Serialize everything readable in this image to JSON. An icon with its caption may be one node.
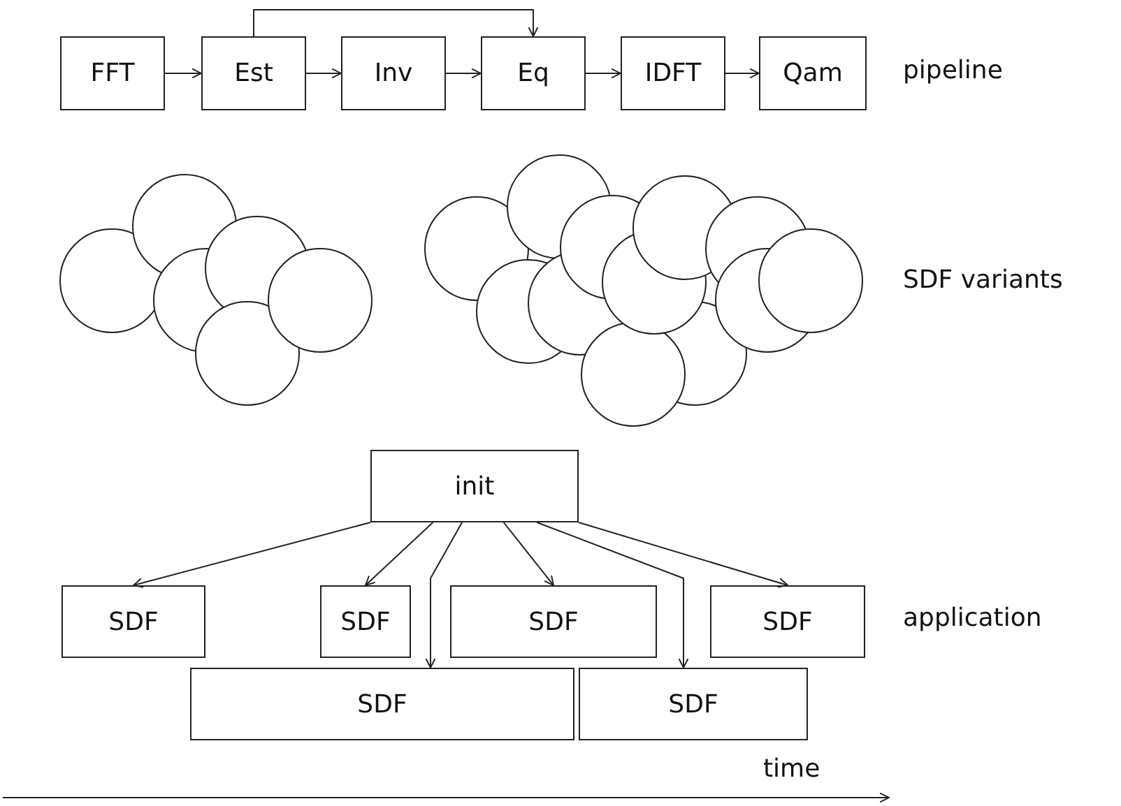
{
  "diagram": {
    "nodes": [
      {
        "text": [
          "FFT"
        ]
      },
      {
        "text": [
          "Est"
        ]
      },
      {
        "text": [
          "Inv"
        ]
      },
      {
        "text": [
          "Eq"
        ]
      },
      {
        "text": [
          "IDFT"
        ]
      },
      {
        "text": [
          "Qam"
        ]
      },
      {
        "text": [
          "init"
        ]
      },
      {
        "text": [
          "SDF"
        ]
      },
      {
        "text": [
          "SDF"
        ]
      },
      {
        "text": [
          "SDF"
        ]
      },
      {
        "text": [
          "SDF"
        ]
      },
      {
        "text": [
          "SDF"
        ]
      },
      {
        "text": [
          "SDF"
        ]
      }
    ],
    "edges": [
      {
        "from": 0,
        "to": 1,
        "arrow": "to"
      },
      {
        "from": 1,
        "to": 2,
        "arrow": "to"
      },
      {
        "from": 2,
        "to": 3,
        "arrow": "to"
      },
      {
        "from": 3,
        "to": 4,
        "arrow": "to"
      },
      {
        "from": 4,
        "to": 5,
        "arrow": "to"
      },
      {
        "from": 1,
        "to": 3,
        "arrow": "to"
      },
      {
        "from": 6,
        "to": 7,
        "arrow": "to"
      },
      {
        "from": 6,
        "to": 8,
        "arrow": "to"
      },
      {
        "from": 6,
        "to": 11,
        "arrow": "to"
      },
      {
        "from": 6,
        "to": 9,
        "arrow": "to"
      },
      {
        "from": 6,
        "to": 12,
        "arrow": "to"
      },
      {
        "from": 6,
        "to": 10,
        "arrow": "to"
      }
    ],
    "labels": [
      "pipeline",
      "SDF variants",
      "application",
      "time"
    ]
  }
}
